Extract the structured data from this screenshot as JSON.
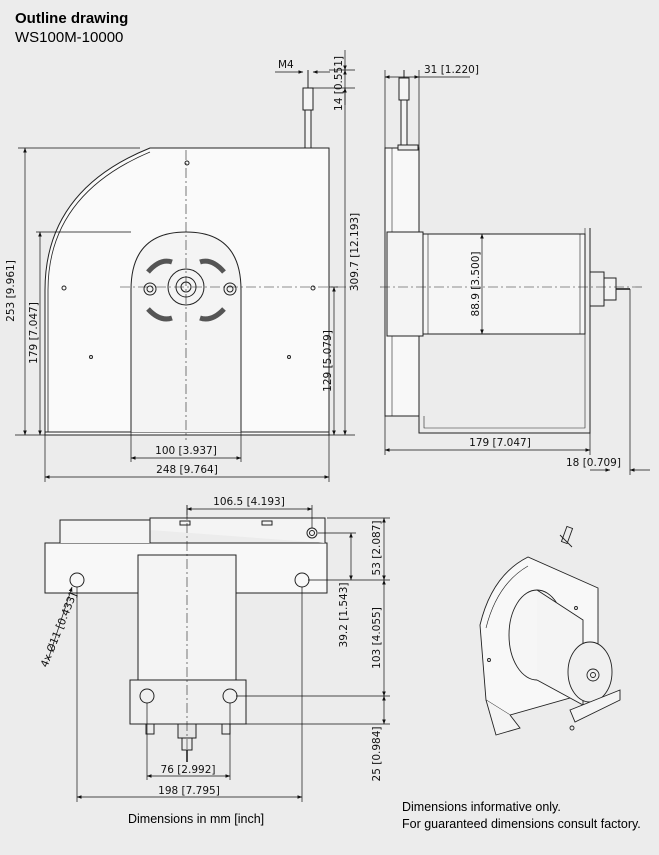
{
  "header": {
    "title": "Outline drawing",
    "model": "WS100M-10000"
  },
  "front_view": {
    "thread_label": "M4",
    "dim_thread_height": "14 [0.551]",
    "dim_overall_height": "309.7 [12.193]",
    "dim_housing_height": "253 [9.961]",
    "dim_arc_height": "179 [7.047]",
    "dim_axis_height": "129 [5.079]",
    "dim_bracket_width": "100 [3.937]",
    "dim_overall_width": "248 [9.764]"
  },
  "side_view": {
    "dim_plate_thickness": "31 [1.220]",
    "dim_drum_diameter": "88.9 [3.500]",
    "dim_overall_depth": "179 [7.047]",
    "dim_connector": "18 [0.709]"
  },
  "top_view": {
    "dim_hole_offset": "106.5 [4.193]",
    "dim_offset_53": "53 [2.087]",
    "dim_offset_39": "39.2 [1.543]",
    "dim_offset_103": "103 [4.055]",
    "dim_offset_25": "25 [0.984]",
    "dim_hole_diameter": "4x Ø11 [0.433]",
    "dim_foot_spacing": "76 [2.992]",
    "dim_mount_spacing": "198 [7.795]"
  },
  "footer": {
    "units_note": "Dimensions in mm  [inch]",
    "note_line1": "Dimensions informative only.",
    "note_line2": "For guaranteed dimensions consult factory."
  }
}
